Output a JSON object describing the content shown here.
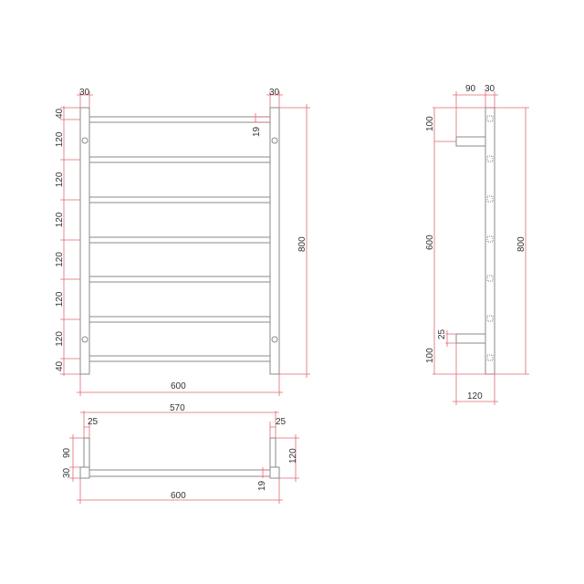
{
  "colors": {
    "object_lines": "#8a8a8a",
    "dimension_lines": "#e06a74",
    "text": "#333333"
  },
  "front_view": {
    "post_width_left": "30",
    "post_width_right": "30",
    "rail_thickness": "19",
    "spacing": [
      "40",
      "120",
      "120",
      "120",
      "120",
      "120",
      "120",
      "40"
    ],
    "overall_height": "800",
    "overall_width": "600"
  },
  "side_view": {
    "bracket_depth": "90",
    "post_depth": "30",
    "top_offset": "100",
    "bracket_span": "600",
    "bottom_offset": "100",
    "bracket_thickness": "25",
    "overall_height": "800",
    "overall_depth": "120"
  },
  "top_view": {
    "inner_width": "570",
    "left_bracket_width": "25",
    "right_bracket_width": "25",
    "bracket_depth": "90",
    "post_depth": "30",
    "overall_depth": "120",
    "rail_thickness": "19",
    "overall_width": "600"
  }
}
